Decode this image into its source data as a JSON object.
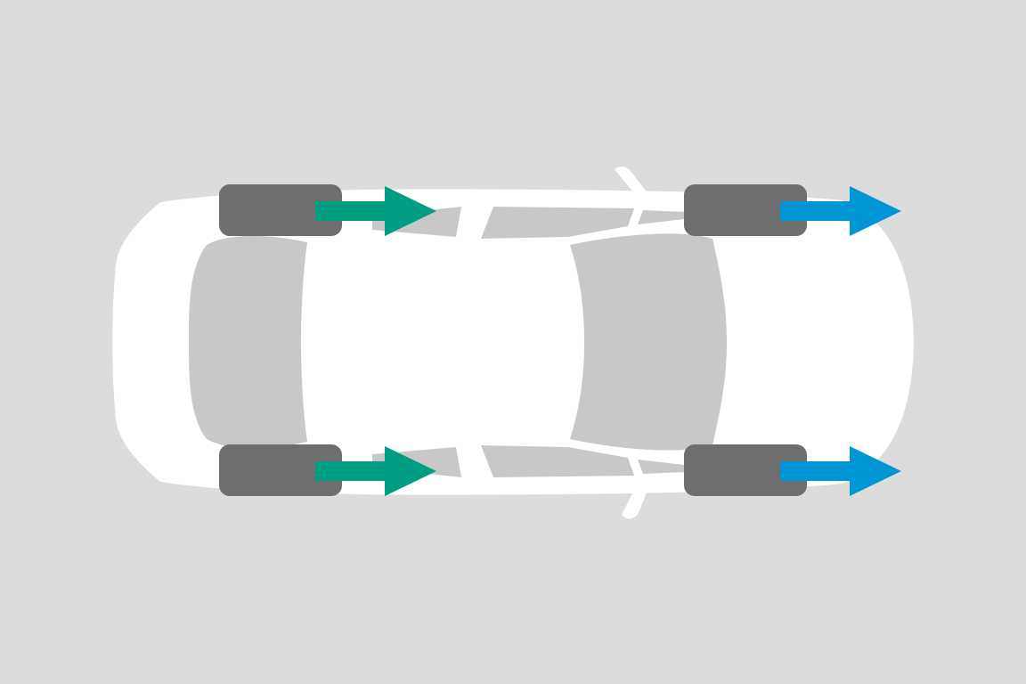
{
  "colors": {
    "background": "#dcdcdc",
    "car_body": "#ffffff",
    "glass": "#c8c8c8",
    "tire": "#6e6e6e",
    "rear_arrow": "#009e80",
    "front_arrow": "#0096d6"
  },
  "wheels": [
    {
      "position": "rear-left",
      "arrow": "rear_arrow"
    },
    {
      "position": "rear-right",
      "arrow": "rear_arrow"
    },
    {
      "position": "front-left",
      "arrow": "front_arrow"
    },
    {
      "position": "front-right",
      "arrow": "front_arrow"
    }
  ],
  "arrow_direction": "right"
}
